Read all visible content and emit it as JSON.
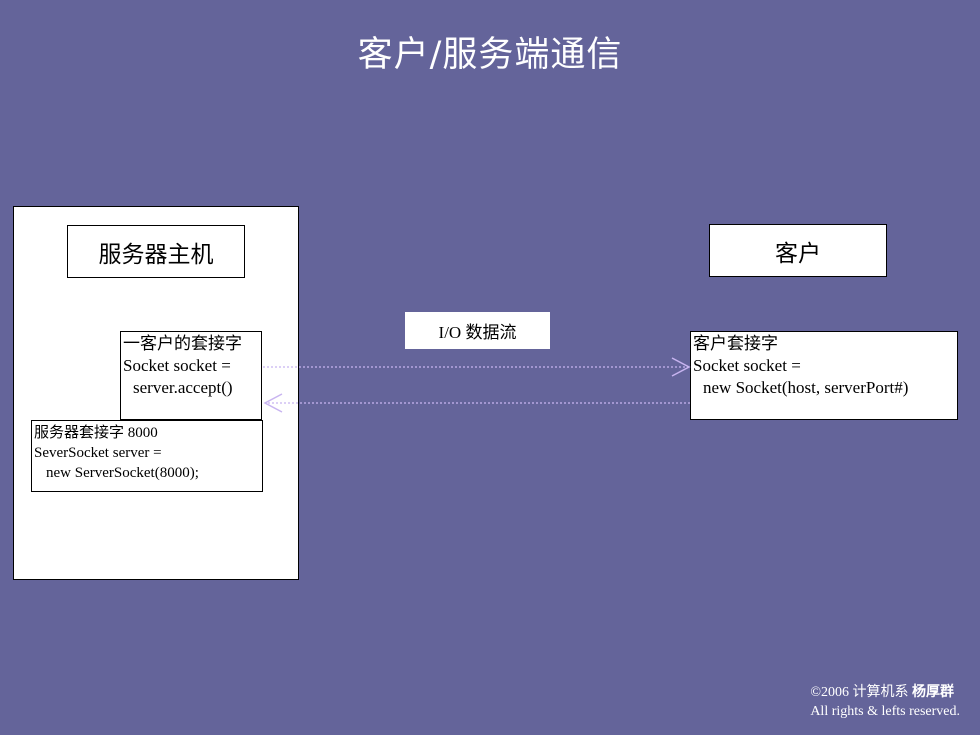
{
  "title": "客户/服务端通信",
  "server": {
    "host_label": "服务器主机",
    "client_socket": {
      "line1": "一客户的套接字",
      "line2": "Socket socket =",
      "line3": "server.accept()"
    },
    "server_socket": {
      "line1": "服务器套接字 8000",
      "line2": "SeverSocket server =",
      "line3": "new ServerSocket(8000);"
    }
  },
  "client": {
    "label": "客户",
    "socket": {
      "line1": "客户套接字",
      "line2": "Socket socket =",
      "line3": "new Socket(host, serverPort#)"
    }
  },
  "io_stream_label": "I/O 数据流",
  "colors": {
    "background": "#64649a",
    "arrow": "#c8b4f0"
  },
  "footer": {
    "copyright": "©2006 计算机系",
    "author": "杨厚群",
    "rights": "All rights  & lefts  reserved."
  }
}
